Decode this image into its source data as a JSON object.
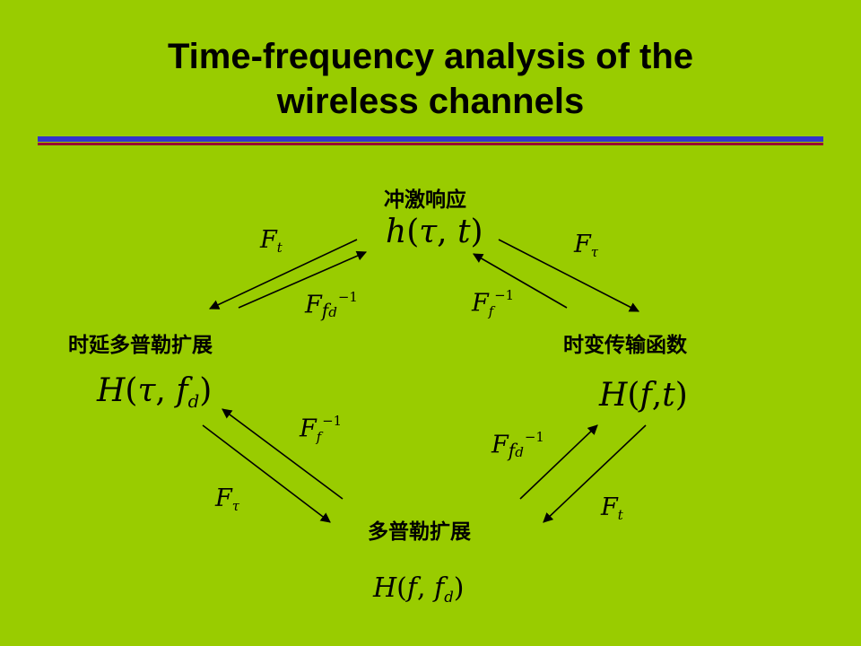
{
  "slide": {
    "title_line1": "Time-frequency analysis of the",
    "title_line2": "wireless channels"
  },
  "nodes": {
    "impulse_response": "冲激响应",
    "delay_doppler": "时延多普勒扩展",
    "time_variant_tf": "时变传输函数",
    "doppler_spread": "多普勒扩展"
  },
  "math": {
    "F": "F",
    "H": "H",
    "h": "h",
    "t": "t",
    "tau": "τ",
    "f": "f",
    "f_d": "f",
    "d": "d",
    "inverse": "−1",
    "lparen": "(",
    "rparen": ")",
    "comma": ","
  },
  "colors": {
    "background": "#99cc00",
    "rule_blue": "#3333cc",
    "rule_red": "#990033",
    "arrow": "#000000"
  }
}
